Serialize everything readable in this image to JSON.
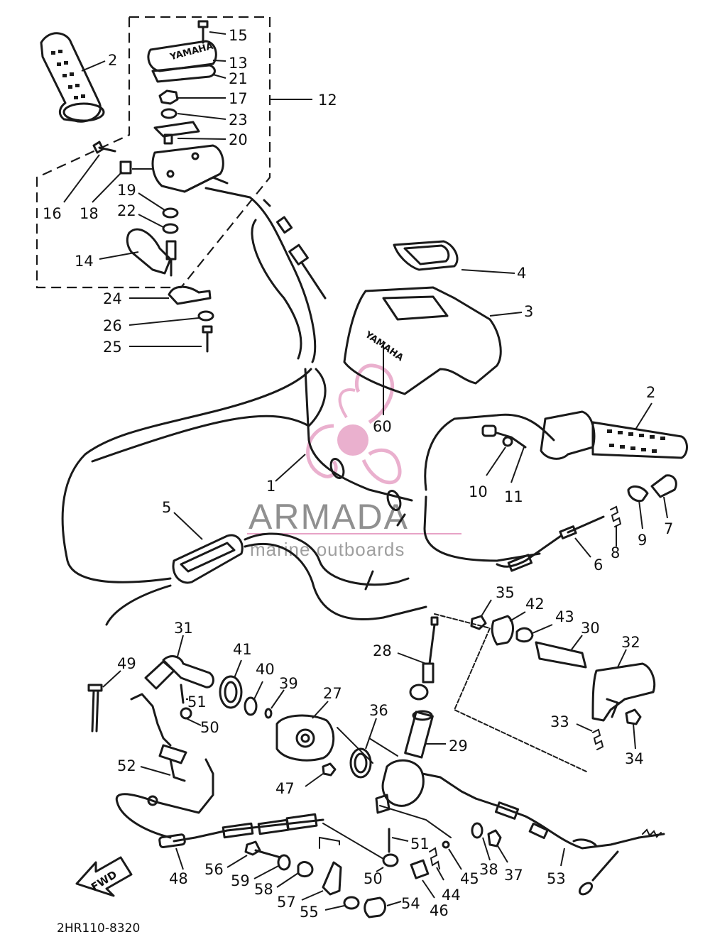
{
  "labels": {
    "p1": "1",
    "p2a": "2",
    "p2b": "2",
    "p3": "3",
    "p4": "4",
    "p5": "5",
    "p6": "6",
    "p7": "7",
    "p8": "8",
    "p9": "9",
    "p10": "10",
    "p11": "11",
    "p12": "12",
    "p13": "13",
    "p14": "14",
    "p15": "15",
    "p16": "16",
    "p17": "17",
    "p18": "18",
    "p19": "19",
    "p20": "20",
    "p21": "21",
    "p22": "22",
    "p23": "23",
    "p24": "24",
    "p25": "25",
    "p26": "26",
    "p27": "27",
    "p28": "28",
    "p29": "29",
    "p30": "30",
    "p31": "31",
    "p32": "32",
    "p33": "33",
    "p34": "34",
    "p35": "35",
    "p36": "36",
    "p37": "37",
    "p38": "38",
    "p39": "39",
    "p40": "40",
    "p41": "41",
    "p42": "42",
    "p43": "43",
    "p44": "44",
    "p45": "45",
    "p46": "46",
    "p47": "47",
    "p48": "48",
    "p49": "49",
    "p50a": "50",
    "p50b": "50",
    "p51a": "51",
    "p51b": "51",
    "p52": "52",
    "p53": "53",
    "p54": "54",
    "p55": "55",
    "p56": "56",
    "p57": "57",
    "p58": "58",
    "p59": "59",
    "p60": "60"
  },
  "drawing_code": "2HR110-8320",
  "fwd_arrow": "FWD",
  "brand_mark": "YAMAHA",
  "watermark": {
    "title": "ARMADA",
    "subtitle": "marine outboards",
    "accent_color": "#e7a3c6"
  },
  "colors": {
    "line": "#1a1a1a",
    "watermark_text": "#6b6b6b",
    "watermark_logo": "#e7a3c6"
  }
}
